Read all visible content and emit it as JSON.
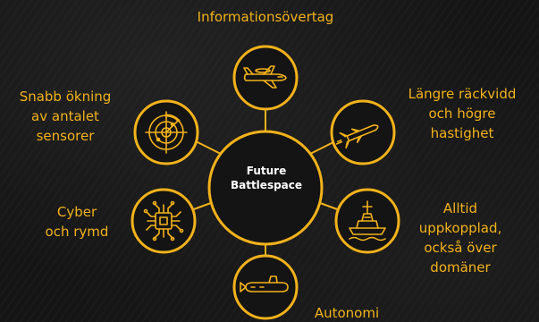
{
  "center": {
    "lines": [
      "Future",
      "Battlespace"
    ]
  },
  "nodes": [
    {
      "id": "information",
      "icon": "aircraft-icon",
      "lines": [
        "Informationsövertag"
      ]
    },
    {
      "id": "range",
      "icon": "missile-icon",
      "lines": [
        "Längre räckvidd",
        "och högre",
        "hastighet"
      ]
    },
    {
      "id": "connected",
      "icon": "ship-icon",
      "lines": [
        "Alltid",
        "uppkopplad,",
        "också över",
        "domäner"
      ]
    },
    {
      "id": "autonomy",
      "icon": "submarine-icon",
      "lines": [
        "Autonomi"
      ]
    },
    {
      "id": "cyber",
      "icon": "microchip-icon",
      "lines": [
        "Cyber",
        "och rymd"
      ]
    },
    {
      "id": "sensors",
      "icon": "radar-icon",
      "lines": [
        "Snabb ökning",
        "av antalet",
        "sensorer"
      ]
    }
  ],
  "colors": {
    "accent": "#f2b21b",
    "background": "#151515",
    "text_center": "#ffffff"
  }
}
